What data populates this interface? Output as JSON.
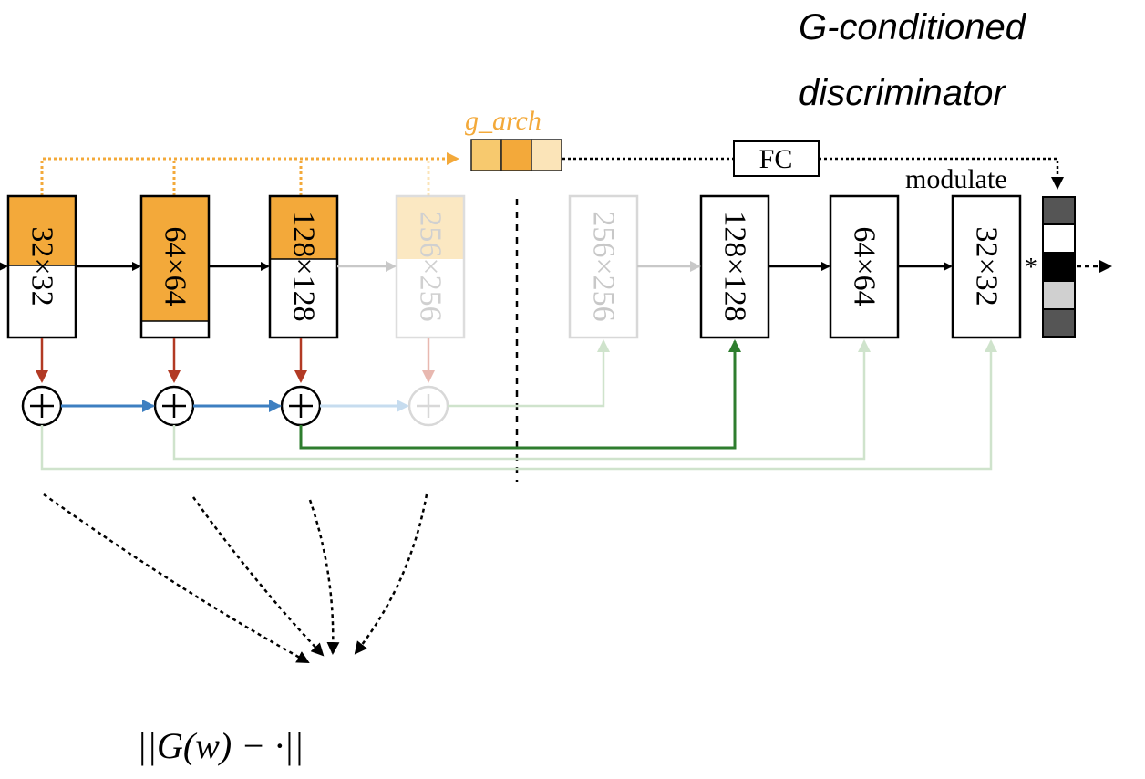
{
  "title_line1": "G-conditioned",
  "title_line2": "discriminator",
  "g_arch_label": "g_arch",
  "fc_label": "FC",
  "modulate_label": "modulate",
  "star_label": "*",
  "loss_label": "||G(w) − ·||",
  "encoder_blocks": [
    "32×32",
    "64×64",
    "128×128",
    "256×256"
  ],
  "decoder_blocks": [
    "256×256",
    "128×128",
    "64×64",
    "32×32"
  ],
  "colors": {
    "orange": "#f3a93a",
    "orange_light": "#f7c96e",
    "orange_pale": "#fbe4b8",
    "red": "#b23a24",
    "blue": "#3d7fc1",
    "green": "#2e7d2e",
    "green_light": "#cfe3cc",
    "gray": "#c8c8c8"
  }
}
